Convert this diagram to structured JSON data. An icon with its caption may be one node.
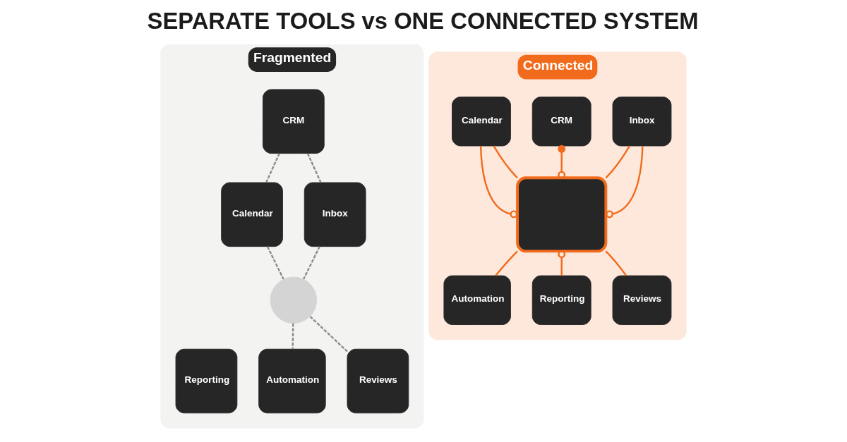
{
  "diagram": {
    "title": "SEPARATE TOOLS vs ONE CONNECTED SYSTEM",
    "nodes": [
      {
        "text": [
          "Fragmented"
        ]
      },
      {
        "text": [
          "CRM"
        ],
        "in": 0
      },
      {
        "text": [
          "Calendar"
        ],
        "in": 0
      },
      {
        "text": [
          "Inbox"
        ],
        "in": 0
      },
      {
        "text": [],
        "shape": "circle",
        "in": 0
      },
      {
        "text": [
          "Automation"
        ],
        "in": 0
      },
      {
        "text": [
          "Reviews"
        ],
        "in": 0
      },
      {
        "text": [
          "Reporting"
        ],
        "in": 0
      },
      {
        "text": [
          "Connected"
        ]
      },
      {
        "text": [
          "CRM"
        ],
        "in": 8
      },
      {
        "text": [
          "Calendar"
        ],
        "in": 8
      },
      {
        "text": [
          "Inbox"
        ],
        "in": 8
      },
      {
        "text": [],
        "shape": "box",
        "in": 8
      },
      {
        "text": [
          "Automation"
        ],
        "in": 8
      },
      {
        "text": [
          "Reviews"
        ],
        "in": 8
      },
      {
        "text": [
          "Reporting"
        ],
        "in": 8
      }
    ],
    "edges": [
      {
        "from": 1,
        "to": 2,
        "arrow": "none",
        "style": "dashed",
        "color": "#8c8c8c"
      },
      {
        "from": 1,
        "to": 3,
        "arrow": "none",
        "style": "dashed",
        "color": "#8c8c8c"
      },
      {
        "from": 2,
        "to": 4,
        "arrow": "none",
        "style": "dashed",
        "color": "#8c8c8c"
      },
      {
        "from": 3,
        "to": 4,
        "arrow": "none",
        "style": "dashed",
        "color": "#8c8c8c"
      },
      {
        "from": 4,
        "to": 5,
        "arrow": "none",
        "style": "dashed",
        "color": "#8c8c8c"
      },
      {
        "from": 4,
        "to": 6,
        "arrow": "none",
        "style": "dashed",
        "color": "#8c8c8c"
      },
      {
        "from": 10,
        "to": 12,
        "arrow": "none"
      },
      {
        "from": 9,
        "to": 12,
        "arrow": "other"
      },
      {
        "from": 11,
        "to": 12,
        "arrow": "none"
      },
      {
        "from": 10,
        "to": 12,
        "arrow": "other"
      },
      {
        "from": 11,
        "to": 12,
        "arrow": "other"
      },
      {
        "from": 12,
        "to": 13,
        "arrow": "none"
      },
      {
        "from": 12,
        "to": 15,
        "arrow": "other"
      },
      {
        "from": 12,
        "to": 14,
        "arrow": "none"
      }
    ]
  }
}
